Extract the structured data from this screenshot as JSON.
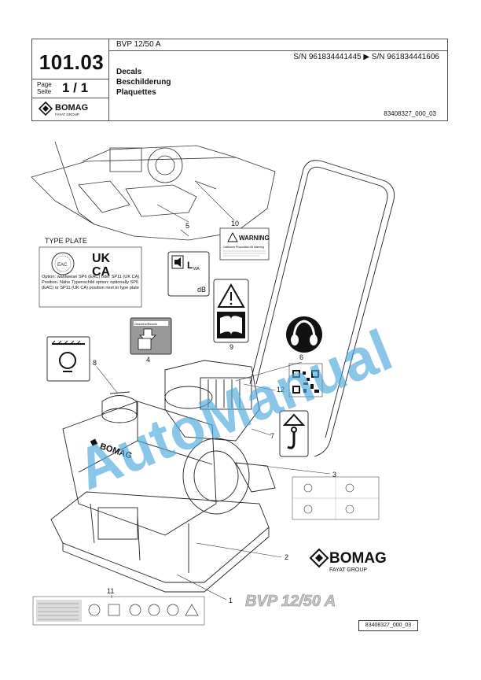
{
  "header": {
    "page_number": "101.03",
    "page_label": "Page\nSeite",
    "page_value": "1 / 1",
    "brand": "BOMAG",
    "brand_sub": "FAYAT GROUP",
    "model": "BVP 12/50 A",
    "serial_range": "S/N 961834441445  ▶  S/N 961834441606",
    "title_en": "Decals",
    "title_de": "Beschilderung",
    "title_fr": "Plaquettes",
    "doc_number": "83408327_000_03"
  },
  "drawing": {
    "type_plate_title": "TYPE PLATE",
    "ukca": "UK CA",
    "type_plate_note": "Option: wahlweise SP6 (EAC) oder SP11 (UK CA) Position. Nähe Typenschild option: optionally SP6 (EAC) or SP11 (UK CA) position next to type plate",
    "warning_title": "WARNING",
    "warning_sub": "California Proposition 65 Warning",
    "lwa": "LWA",
    "db": "dB",
    "callouts": [
      "1",
      "2",
      "3",
      "4",
      "5",
      "6",
      "7",
      "8",
      "9",
      "10",
      "11",
      "12"
    ],
    "logo_large": "BOMAG",
    "logo_large_sub": "FAYAT GROUP",
    "model_decal": "BVP 12/50 A",
    "bottom_code": "83408327_000_03",
    "watermark": "AutoManual"
  },
  "colors": {
    "watermark": "#4aa8dc",
    "line": "#222222"
  }
}
